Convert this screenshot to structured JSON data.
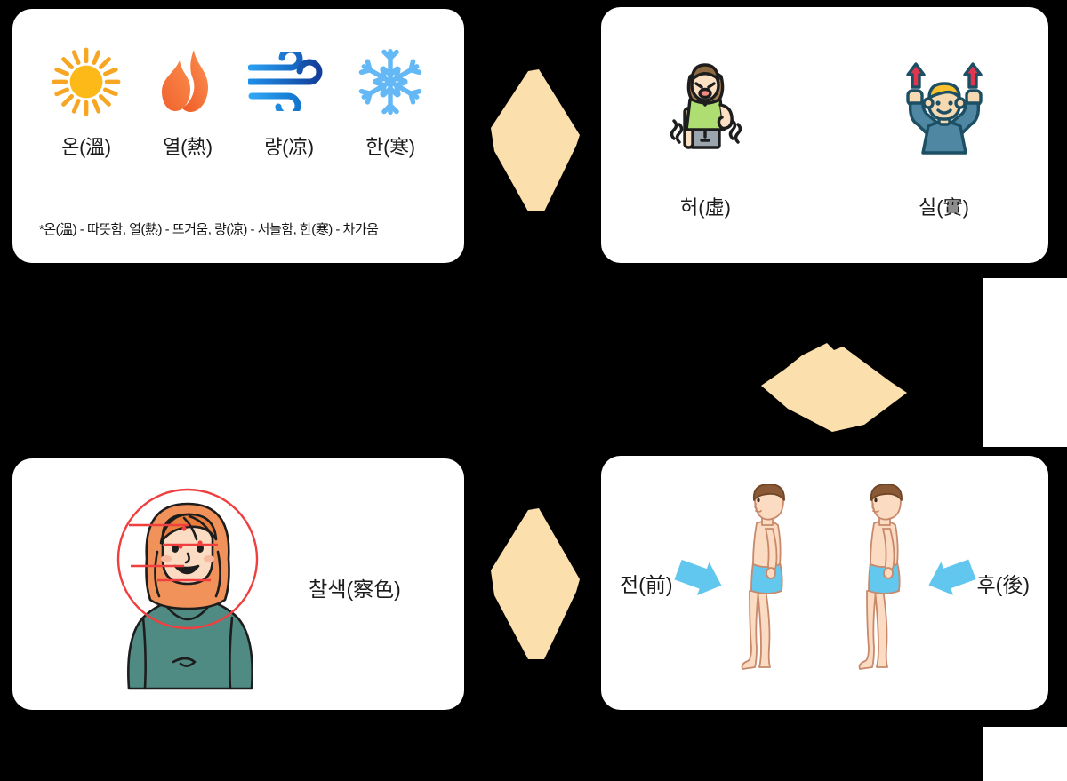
{
  "page": {
    "background_color": "#000000",
    "card_color": "#ffffff",
    "connector_color": "#fbdfac"
  },
  "cards": {
    "top_left": {
      "name": "eight-principles-temperature-card",
      "items": [
        {
          "icon": "sun-icon",
          "label": "온(溫)",
          "color": "#f5a623"
        },
        {
          "icon": "flame-icon",
          "label": "열(熱)",
          "color": "#f4763b"
        },
        {
          "icon": "wind-icon",
          "label": "량(凉)",
          "color": "#1a7fd4"
        },
        {
          "icon": "snowflake-icon",
          "label": "한(寒)",
          "color": "#63b8f5"
        }
      ],
      "footnote": "*온(溫) - 따뜻함, 열(熱) - 뜨거움, 량(凉) - 서늘함, 한(寒) - 차가움"
    },
    "top_right": {
      "name": "deficiency-excess-card",
      "items": [
        {
          "icon": "weak-tired-person-icon",
          "label": "허(虛)"
        },
        {
          "icon": "strong-person-icon",
          "label": "실(實)"
        }
      ]
    },
    "bottom_left": {
      "name": "facial-inspection-card",
      "icon": "woman-face-inspection-icon",
      "label": "찰색(察色)",
      "circle_color": "#ef3f3f"
    },
    "bottom_right": {
      "name": "front-back-body-card",
      "items": [
        {
          "icon": "standing-person-side-icon",
          "label": "전(前)",
          "arrow": "arrow-right-down-icon"
        },
        {
          "icon": "standing-person-side-icon",
          "label": "후(後)",
          "arrow": "arrow-left-down-icon"
        }
      ],
      "arrow_color": "#62c7ef"
    }
  },
  "connectors": [
    {
      "name": "connector-hexagon-top",
      "shape": "vertical-hexagon"
    },
    {
      "name": "connector-hexagon-middle",
      "shape": "horizontal-hexagon"
    },
    {
      "name": "connector-hexagon-bottom",
      "shape": "vertical-hexagon"
    }
  ]
}
